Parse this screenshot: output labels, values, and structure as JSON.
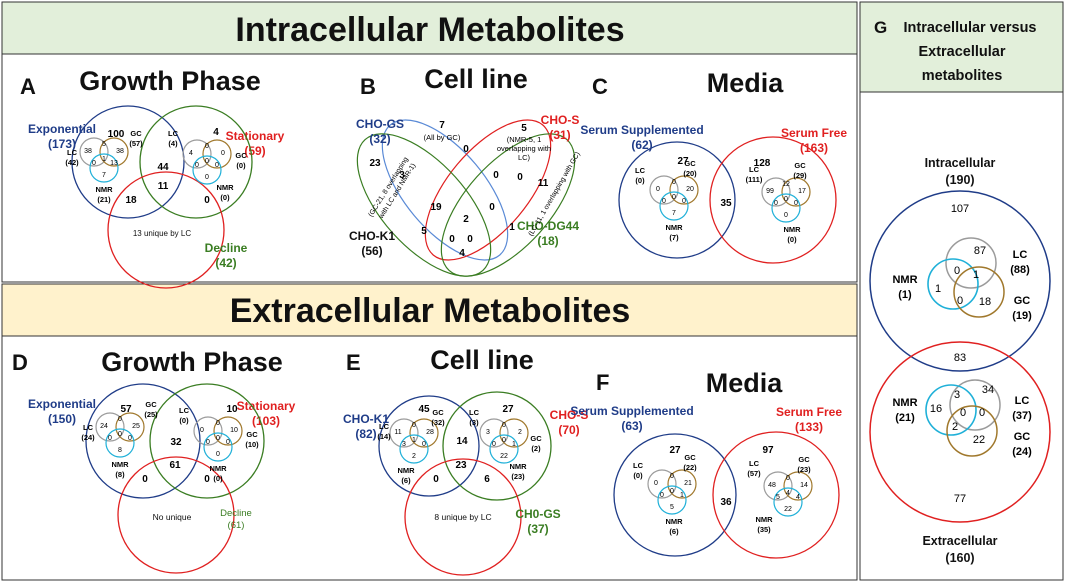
{
  "banners": {
    "intracellular": "Intracellular Metabolites",
    "extracellular": "Extracellular Metabolites"
  },
  "colors": {
    "green_band": "#e2efda",
    "yellow_band": "#fff2cc",
    "navy": "#1f3c88",
    "red": "#e02020",
    "green": "#3a7d22",
    "lc_gray": "#9b9b9b",
    "gc_brown": "#a0782c",
    "nmr_cyan": "#1fb0d8",
    "blue_thin": "#5a8ad6"
  },
  "panelA": {
    "letter": "A",
    "title": "Growth Phase",
    "expo": "Exponential",
    "expo_n": "(173)",
    "stat": "Stationary",
    "stat_n": "(59)",
    "decl": "Decline",
    "decl_n": "(42)",
    "n100": "100",
    "n4": "4",
    "n44": "44",
    "n11": "11",
    "n18": "18",
    "n0": "0",
    "uniq": "13 unique by LC",
    "L": {
      "lc": "LC",
      "lc_n": "(42)",
      "gc": "GC",
      "gc_n": "(57)",
      "nmr": "NMR",
      "nmr_n": "(21)",
      "v1": "38",
      "v2": "5",
      "v3": "38",
      "v4": "0",
      "v5": "1",
      "v6": "13",
      "v7": "7"
    },
    "R": {
      "lc": "LC",
      "lc_n": "(4)",
      "gc": "GC",
      "gc_n": "(0)",
      "nmr": "NMR",
      "nmr_n": "(0)",
      "v1": "4",
      "v2": "0",
      "v3": "0",
      "v4": "0",
      "v5": "0",
      "v6": "0",
      "v7": "0"
    }
  },
  "panelB": {
    "letter": "B",
    "title": "Cell line",
    "gs": "CHO-GS",
    "gs_n": "(32)",
    "s": "CHO-S",
    "s_n": "(31)",
    "k1": "CHO-K1",
    "k1_n": "(56)",
    "dg": "CHO-DG44",
    "dg_n": "(18)",
    "n7": "7",
    "n7note": "(All by GC)",
    "n5": "5",
    "n5note1": "(NMR-5, 1",
    "n5note2": "overlapping with",
    "n5note3": "LC)",
    "n23": "23",
    "n23note1": "(GC-21, 8 overlapping",
    "n23note2": "with LC and NMR-1)",
    "n11": "11",
    "n11note": "(LC-11, 1 overlapping with GC)",
    "vals": [
      "3",
      "0",
      "0",
      "0",
      "19",
      "2",
      "0",
      "1",
      "5",
      "0",
      "0",
      "4"
    ]
  },
  "panelC": {
    "letter": "C",
    "title": "Media",
    "ss": "Serum Supplemented",
    "ss_n": "(62)",
    "sf": "Serum Free",
    "sf_n": "(163)",
    "n27": "27",
    "n128": "128",
    "n35": "35",
    "L": {
      "lc": "LC",
      "lc_n": "(0)",
      "gc": "GC",
      "gc_n": "(20)",
      "nmr": "NMR",
      "nmr_n": "(7)",
      "v1": "0",
      "v2": "0",
      "v3": "20",
      "v4": "0",
      "v5": "0",
      "v6": "0",
      "v7": "7"
    },
    "R": {
      "lc": "LC",
      "lc_n": "(111)",
      "gc": "GC",
      "gc_n": "(29)",
      "nmr": "NMR",
      "nmr_n": "(0)",
      "v1": "99",
      "v2": "12",
      "v3": "17",
      "v4": "0",
      "v5": "0",
      "v6": "0",
      "v7": "0"
    }
  },
  "panelD": {
    "letter": "D",
    "title": "Growth Phase",
    "expo": "Exponential",
    "expo_n": "(150)",
    "stat": "Stationary",
    "stat_n": "(103)",
    "decl": "Decline",
    "decl_n": "(61)",
    "n57": "57",
    "n10": "10",
    "n32": "32",
    "n61": "61",
    "n0a": "0",
    "n0b": "0",
    "uniq": "No unique",
    "L": {
      "lc": "LC",
      "lc_n": "(24)",
      "gc": "GC",
      "gc_n": "(25)",
      "nmr": "NMR",
      "nmr_n": "(8)",
      "v1": "24",
      "v2": "0",
      "v3": "25",
      "v4": "0",
      "v5": "0",
      "v6": "0",
      "v7": "8"
    },
    "R": {
      "lc": "LC",
      "lc_n": "(0)",
      "gc": "GC",
      "gc_n": "(10)",
      "nmr": "NMR",
      "nmr_n": "(0)",
      "v1": "0",
      "v2": "0",
      "v3": "10",
      "v4": "0",
      "v5": "0",
      "v6": "0",
      "v7": "0"
    }
  },
  "panelE": {
    "letter": "E",
    "title": "Cell line",
    "k1": "CHO-K1",
    "k1_n": "(82)",
    "s": "CHO-S",
    "s_n": "(70)",
    "gs": "CH0-GS",
    "gs_n": "(37)",
    "n45": "45",
    "n27": "27",
    "n14": "14",
    "n23": "23",
    "n0": "0",
    "n6": "6",
    "uniq": "8 unique by LC",
    "L": {
      "lc": "LC",
      "lc_n": "(14)",
      "gc": "GC",
      "gc_n": "(32)",
      "nmr": "NMR",
      "nmr_n": "(6)",
      "v1": "11",
      "v2": "0",
      "v3": "28",
      "v4": "3",
      "v5": "1",
      "v6": "0",
      "v7": "2"
    },
    "R": {
      "lc": "LC",
      "lc_n": "(3)",
      "gc": "GC",
      "gc_n": "(2)",
      "nmr": "NMR",
      "nmr_n": "(23)",
      "v1": "3",
      "v2": "0",
      "v3": "2",
      "v4": "0",
      "v5": "0",
      "v6": "1",
      "v7": "22"
    }
  },
  "panelF": {
    "letter": "F",
    "title": "Media",
    "ss": "Serum Supplemented",
    "ss_n": "(63)",
    "sf": "Serum Free",
    "sf_n": "(133)",
    "n27": "27",
    "n97": "97",
    "n36": "36",
    "L": {
      "lc": "LC",
      "lc_n": "(0)",
      "gc": "GC",
      "gc_n": "(22)",
      "nmr": "NMR",
      "nmr_n": "(6)",
      "v1": "0",
      "v2": "0",
      "v3": "21",
      "v4": "0",
      "v5": "0",
      "v6": "1",
      "v7": "5"
    },
    "R": {
      "lc": "LC",
      "lc_n": "(57)",
      "gc": "GC",
      "gc_n": "(23)",
      "nmr": "NMR",
      "nmr_n": "(35)",
      "v1": "48",
      "v2": "0",
      "v3": "14",
      "v4": "5",
      "v5": "4",
      "v6": "4",
      "v7": "22"
    }
  },
  "panelG": {
    "letter": "G",
    "title1": "Intracellular versus",
    "title2": "Extracellular",
    "title3": "metabolites",
    "intra": "Intracellular",
    "intra_n": "(190)",
    "extra": "Extracellular",
    "extra_n": "(160)",
    "n107": "107",
    "n83": "83",
    "n77": "77",
    "top": {
      "lc": "LC",
      "lc_n": "(88)",
      "gc": "GC",
      "gc_n": "(19)",
      "nmr": "NMR",
      "nmr_n": "(1)",
      "v_lc": "87",
      "v_nmr": "1",
      "v_c1": "0",
      "v_c2": "1",
      "v_c3": "0",
      "v_gc": "18"
    },
    "bot": {
      "lc": "LC",
      "lc_n": "(37)",
      "gc": "GC",
      "gc_n": "(24)",
      "nmr": "NMR",
      "nmr_n": "(21)",
      "v_lc": "34",
      "v_nmr": "16",
      "v_c1": "3",
      "v_c2": "0",
      "v_c3": "0",
      "v_c4": "2",
      "v_gc": "22"
    }
  }
}
